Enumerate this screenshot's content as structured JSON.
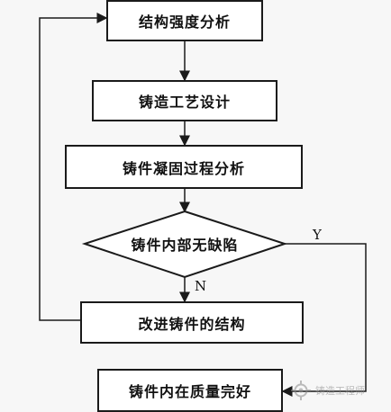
{
  "diagram": {
    "nodes": {
      "structural_analysis": "结构强度分析",
      "casting_process_design": "铸造工艺设计",
      "solidification_analysis": "铸件凝固过程分析",
      "defect_check": "铸件内部无缺陷",
      "improve_structure": "改进铸件的结构",
      "quality_good": "铸件内在质量完好"
    },
    "edge_labels": {
      "yes": "Y",
      "no": "N"
    }
  },
  "watermark": {
    "text": "铸造工程师"
  },
  "colors": {
    "line": "#1a1a1a",
    "box_fill": "#ffffff",
    "background": "#f7f7f7"
  }
}
